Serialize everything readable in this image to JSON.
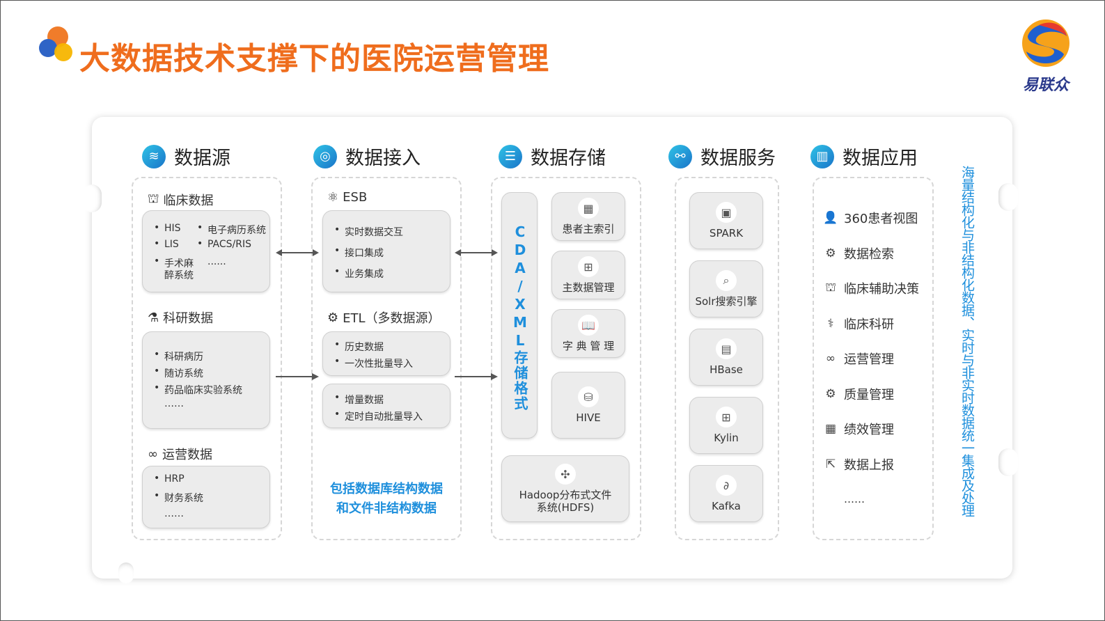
{
  "header": {
    "title": "大数据技术支撑下的医院运营管理",
    "logo_text": "易联众"
  },
  "columns": {
    "source": {
      "title": "数据源",
      "groups": [
        {
          "title": "临床数据",
          "items": [
            "HIS",
            "LIS",
            "手术麻",
            "醉系统",
            "电子病历系统",
            "PACS/RIS",
            "......"
          ]
        },
        {
          "title": "科研数据",
          "items": [
            "科研病历",
            "随访系统",
            "药品临床实验系统",
            "……"
          ]
        },
        {
          "title": "运营数据",
          "items": [
            "HRP",
            "财务系统",
            "……"
          ]
        }
      ]
    },
    "access": {
      "title": "数据接入",
      "esb_title": "ESB",
      "esb_items": [
        "实时数据交互",
        "接口集成",
        "业务集成"
      ],
      "etl_title": "ETL（多数据源）",
      "history_items": [
        "历史数据",
        "一次性批量导入"
      ],
      "increment_items": [
        "增量数据",
        "定时自动批量导入"
      ],
      "note_line1": "包括数据库结构数据",
      "note_line2": "和文件非结构数据"
    },
    "storage": {
      "title": "数据存储",
      "format_band": "CDA/XML存储格式",
      "tiles": [
        "患者主索引",
        "主数据管理",
        "字 典 管 理",
        "HIVE"
      ],
      "hdfs_line1": "Hadoop分布式文件",
      "hdfs_line2": "系统(HDFS)"
    },
    "service": {
      "title": "数据服务",
      "tiles": [
        "SPARK",
        "Solr搜索引擎",
        "HBase",
        "Kylin",
        "Kafka"
      ]
    },
    "application": {
      "title": "数据应用",
      "items": [
        "360患者视图",
        "数据检索",
        "临床辅助决策",
        "临床科研",
        "运营管理",
        "质量管理",
        "绩效管理",
        "数据上报",
        "……"
      ]
    }
  },
  "side_note": "海量结构化与非结构化数据、实时与非实时数据统一集成及处理",
  "colors": {
    "title_orange": "#ef6d1d",
    "accent_blue": "#1e8fdc",
    "card_gray": "#ececec"
  }
}
